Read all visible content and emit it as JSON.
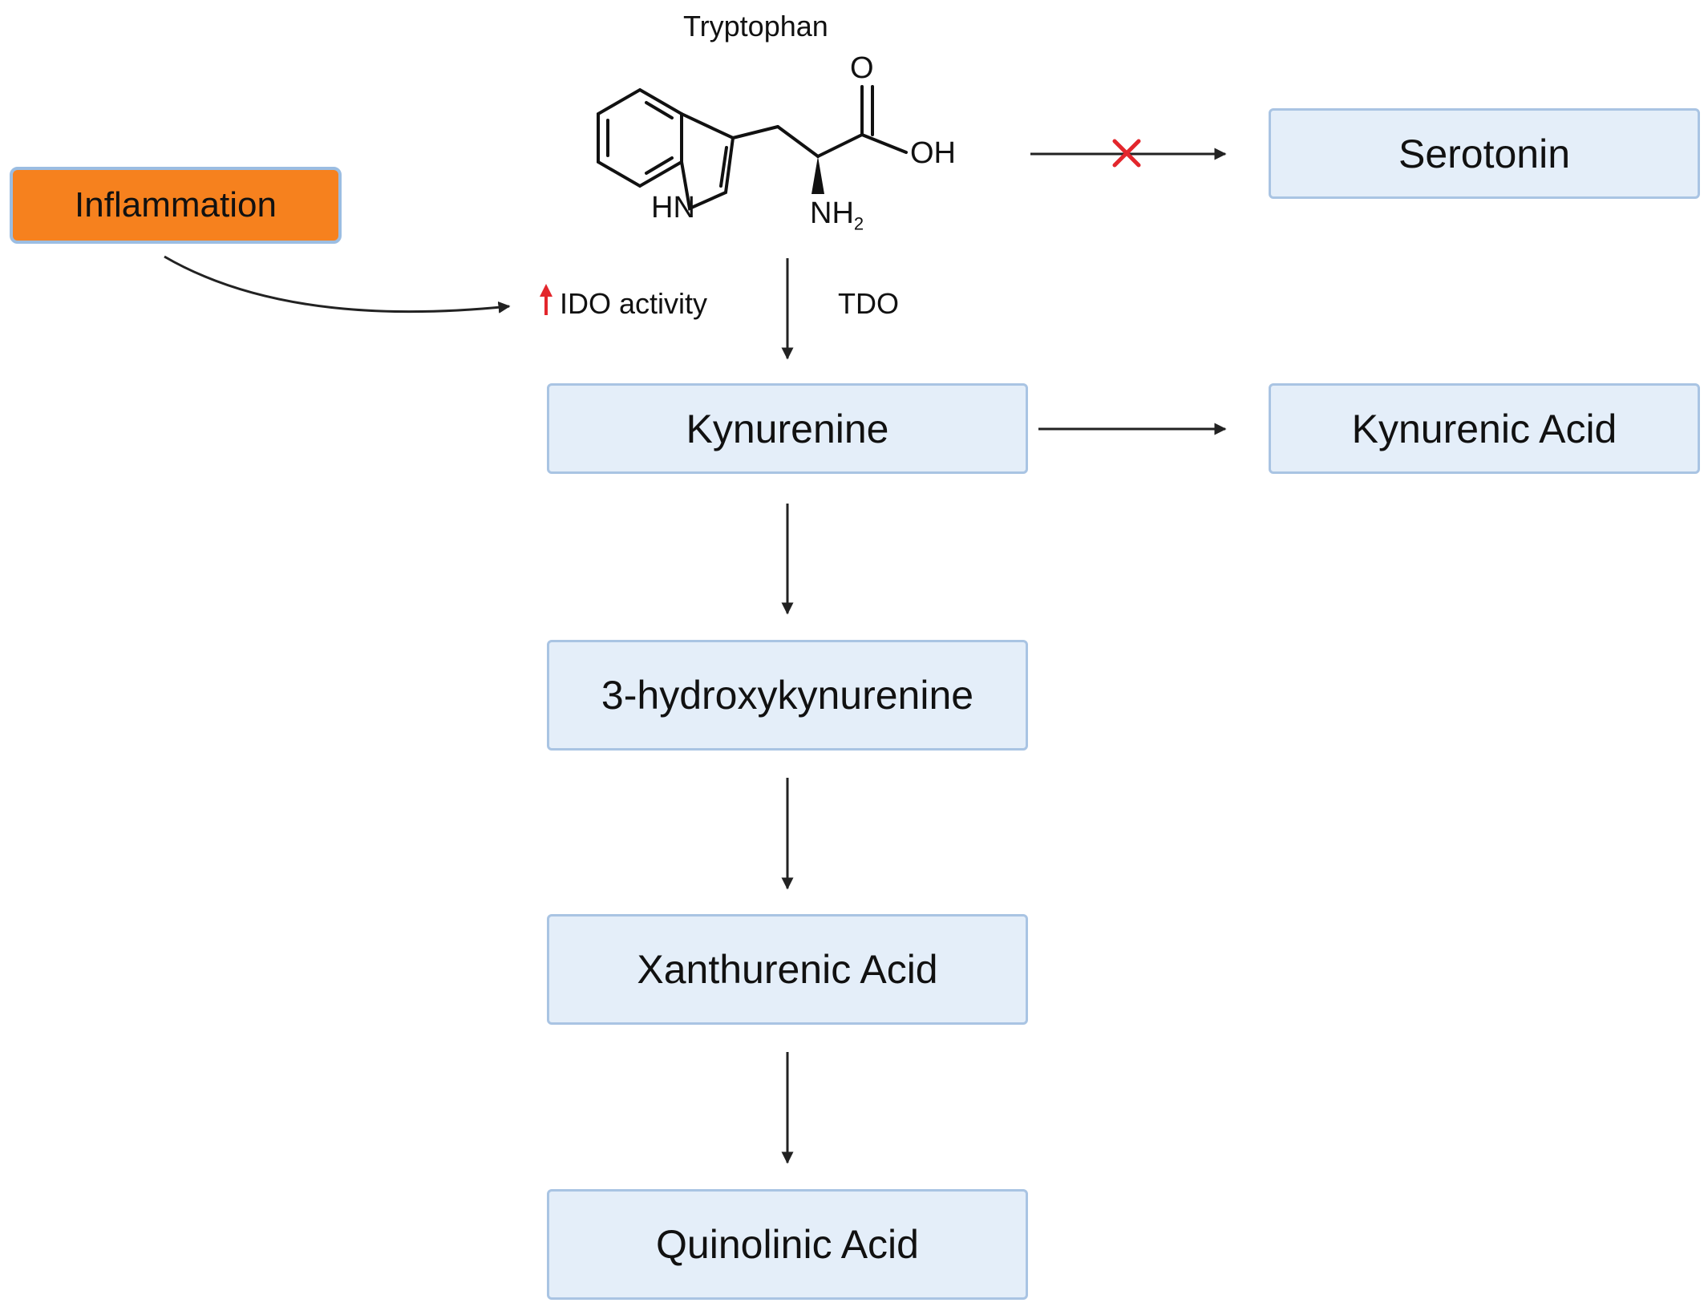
{
  "title": "Tryptophan",
  "molecule": {
    "nh": "HN",
    "oh": "OH",
    "o": "O",
    "nh2": "NH",
    "nh2_sub": "2"
  },
  "nodes": {
    "inflammation": "Inflammation",
    "serotonin": "Serotonin",
    "kynurenine": "Kynurenine",
    "kynurenic_acid": "Kynurenic Acid",
    "hydroxykynurenine": "3-hydroxykynurenine",
    "xanthurenic_acid": "Xanthurenic Acid",
    "quinolinic_acid": "Quinolinic Acid"
  },
  "enzymes": {
    "ido": "IDO activity",
    "tdo": "TDO"
  },
  "colors": {
    "box_fill": "#e4eef9",
    "box_border": "#a9c4e3",
    "inflammation": "#f6811e",
    "inhibition": "#e3262c"
  }
}
